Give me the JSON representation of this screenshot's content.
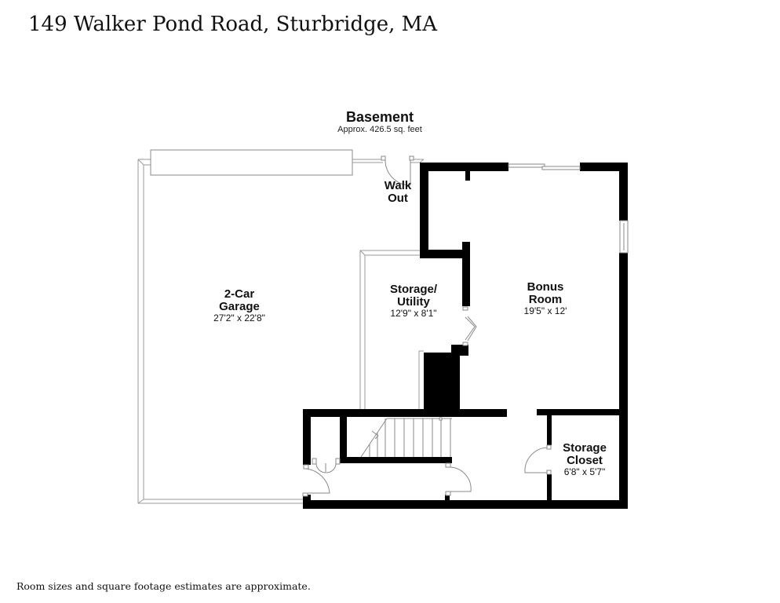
{
  "header": {
    "title": "149 Walker Pond Road, Sturbridge, MA"
  },
  "floor": {
    "name": "Basement",
    "area": "Approx. 426.5 sq. feet"
  },
  "rooms": [
    {
      "name_line1": "2-Car",
      "name_line2": "Garage",
      "dims": "27'2\" x 22'8\""
    },
    {
      "name_line1": "Storage/",
      "name_line2": "Utility",
      "dims": "12'9\" x 8'1\""
    },
    {
      "name_line1": "Bonus",
      "name_line2": "Room",
      "dims": "19'5\" x 12'"
    },
    {
      "name_line1": "Storage",
      "name_line2": "Closet",
      "dims": "6'8\" x 5'7\""
    }
  ],
  "annotations": {
    "walk_out_line1": "Walk",
    "walk_out_line2": "Out"
  },
  "footer": {
    "disclaimer": "Room sizes and square footage estimates are approximate."
  },
  "colors": {
    "wall": "#000000",
    "thin_wall": "#9a9a9a",
    "background": "#ffffff"
  }
}
